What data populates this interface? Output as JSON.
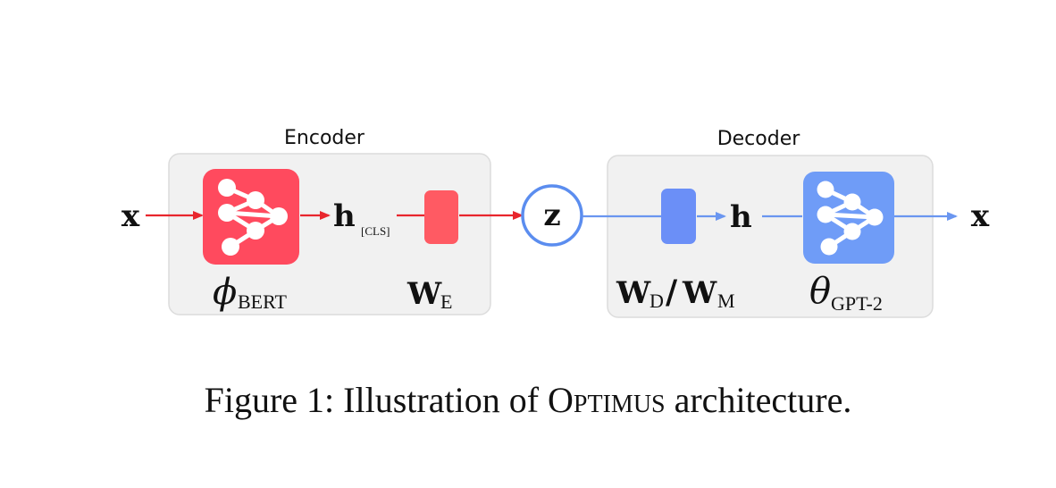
{
  "encoder": {
    "label": "Encoder",
    "box_color": "#f1f1f1",
    "icon_color": "#ff4a5e",
    "projection_color": "#ff5a63",
    "arrow_color": "#e8262d",
    "bert_symbol": "ϕ",
    "bert_sub": "BERT",
    "cls_symbol": "h",
    "cls_sub": "[CLS]",
    "weight_symbol": "W",
    "weight_sub": "E"
  },
  "latent": {
    "symbol": "z",
    "ring_color": "#5b8def"
  },
  "decoder": {
    "label": "Decoder",
    "box_color": "#f1f1f1",
    "icon_color": "#6f9cf7",
    "projection_color": "#6b8ff7",
    "arrow_color": "#6a96f0",
    "weight_d_symbol": "W",
    "weight_d_sub": "D",
    "weight_slash": "/",
    "weight_m_symbol": "W",
    "weight_m_sub": "M",
    "hidden_symbol": "h",
    "gpt_symbol": "θ",
    "gpt_sub": "GPT-2"
  },
  "input_symbol": "x",
  "output_symbol": "x",
  "caption": {
    "prefix": "Figure 1: Illustration of ",
    "model_name": "Optimus",
    "suffix": " architecture."
  }
}
